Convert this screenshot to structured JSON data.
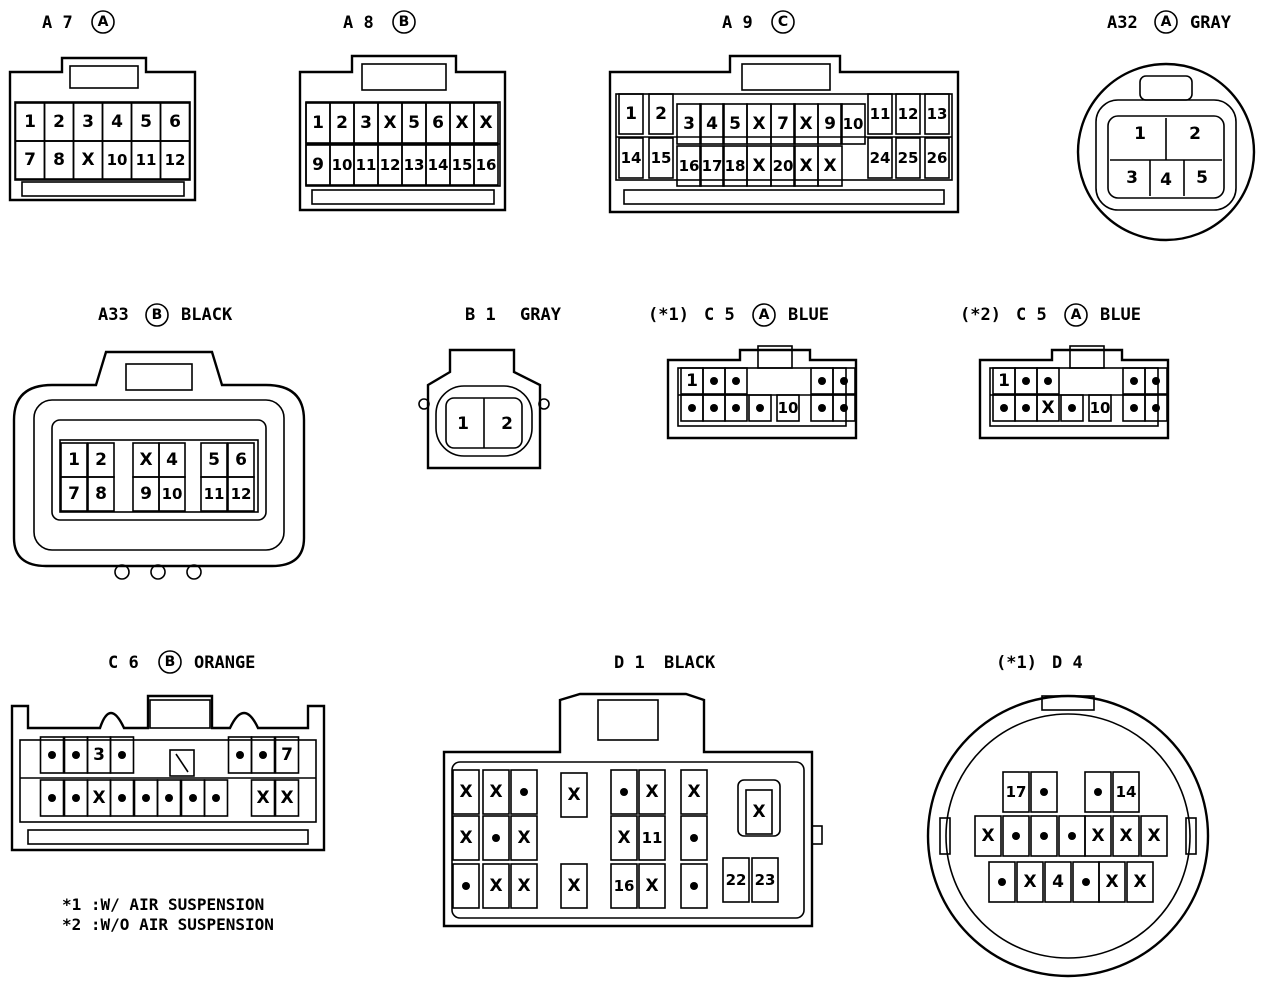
{
  "connectors": {
    "a7": {
      "code": "A 7",
      "tag": "A",
      "color": "",
      "prefix": "",
      "row1": [
        "1",
        "2",
        "3",
        "4",
        "5",
        "6"
      ],
      "row2": [
        "7",
        "8",
        "X",
        "10",
        "11",
        "12"
      ]
    },
    "a8": {
      "code": "A 8",
      "tag": "B",
      "color": "",
      "prefix": "",
      "row1": [
        "1",
        "2",
        "3",
        "X",
        "5",
        "6",
        "X",
        "X"
      ],
      "row2": [
        "9",
        "10",
        "11",
        "12",
        "13",
        "14",
        "15",
        "16"
      ]
    },
    "a9": {
      "code": "A 9",
      "tag": "C",
      "color": "",
      "prefix": "",
      "row1": [
        "1",
        "2",
        "3",
        "4",
        "5",
        "X",
        "7",
        "X",
        "9",
        "10",
        "11",
        "12",
        "13"
      ],
      "row2": [
        "14",
        "15",
        "16",
        "17",
        "18",
        "X",
        "20",
        "X",
        "X",
        "24",
        "25",
        "26"
      ]
    },
    "a32": {
      "code": "A32",
      "tag": "A",
      "color": "GRAY",
      "prefix": "",
      "pins": [
        "1",
        "2",
        "3",
        "4",
        "5"
      ]
    },
    "a33": {
      "code": "A33",
      "tag": "B",
      "color": "BLACK",
      "prefix": "",
      "row1": [
        "1",
        "2",
        "X",
        "4",
        "5",
        "6"
      ],
      "row2": [
        "7",
        "8",
        "9",
        "10",
        "11",
        "12"
      ]
    },
    "b1": {
      "code": "B 1",
      "tag": "",
      "color": "GRAY",
      "prefix": "",
      "pins": [
        "1",
        "2"
      ]
    },
    "c5a": {
      "code": "C 5",
      "tag": "A",
      "color": "BLUE",
      "prefix": "(*1)",
      "row1": [
        "1",
        "•",
        "•",
        "•",
        "•"
      ],
      "row2": [
        "•",
        "•",
        "•",
        "•",
        "10",
        "•",
        "•"
      ]
    },
    "c5b": {
      "code": "C 5",
      "tag": "A",
      "color": "BLUE",
      "prefix": "(*2)",
      "row1": [
        "1",
        "•",
        "•",
        "•",
        "•"
      ],
      "row2": [
        "•",
        "•",
        "X",
        "•",
        "10",
        "•",
        "•"
      ]
    },
    "c6": {
      "code": "C 6",
      "tag": "B",
      "color": "ORANGE",
      "prefix": "",
      "row1": [
        "•",
        "•",
        "3",
        "•",
        "•",
        "•",
        "7"
      ],
      "row2": [
        "•",
        "•",
        "X",
        "•",
        "•",
        "•",
        "•",
        "•",
        "X",
        "X"
      ]
    },
    "d1": {
      "code": "D 1",
      "tag": "",
      "color": "BLACK",
      "prefix": "",
      "pins": [
        "X",
        "X",
        "•",
        "X",
        "X",
        "•",
        "•",
        "X",
        "X",
        "X",
        "X",
        "•",
        "X",
        "X",
        "11",
        "16",
        "X",
        "X",
        "•",
        "•",
        "X",
        "22",
        "23"
      ]
    },
    "d4": {
      "code": "D 4",
      "tag": "",
      "color": "",
      "prefix": "(*1)",
      "row1": [
        "17",
        "•",
        "•",
        "14"
      ],
      "row2": [
        "X",
        "•",
        "•",
        "•",
        "X",
        "X",
        "X"
      ],
      "row3": [
        "•",
        "X",
        "4",
        "•",
        "X",
        "X"
      ]
    }
  },
  "notes": {
    "n1": "*1 :W/ AIR SUSPENSION",
    "n2": "*2 :W/O AIR SUSPENSION"
  }
}
